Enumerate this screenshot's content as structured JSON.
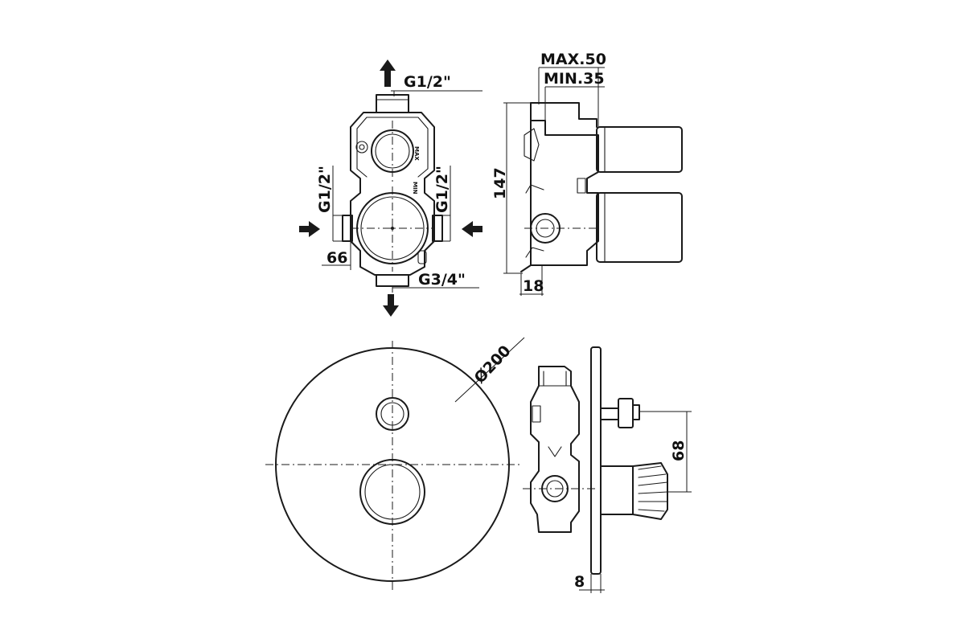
{
  "labels": {
    "top_outlet": "G1/2\"",
    "left_inlet": "G1/2\"",
    "right_inlet": "G1/2\"",
    "bottom_outlet": "G3/4\"",
    "width_66": "66",
    "max_depth": "MAX.50",
    "min_depth": "MIN.35",
    "height_147": "147",
    "offset_18": "18",
    "diameter": "Ø200",
    "spacing_68": "68",
    "plate_8": "8",
    "body_max": "MAX",
    "body_min": "MIN"
  },
  "colors": {
    "ink": "#1a1a1a",
    "background": "#ffffff"
  },
  "icons": [
    "arrow-up-icon",
    "arrow-down-icon",
    "arrow-right-icon",
    "arrow-left-icon"
  ]
}
